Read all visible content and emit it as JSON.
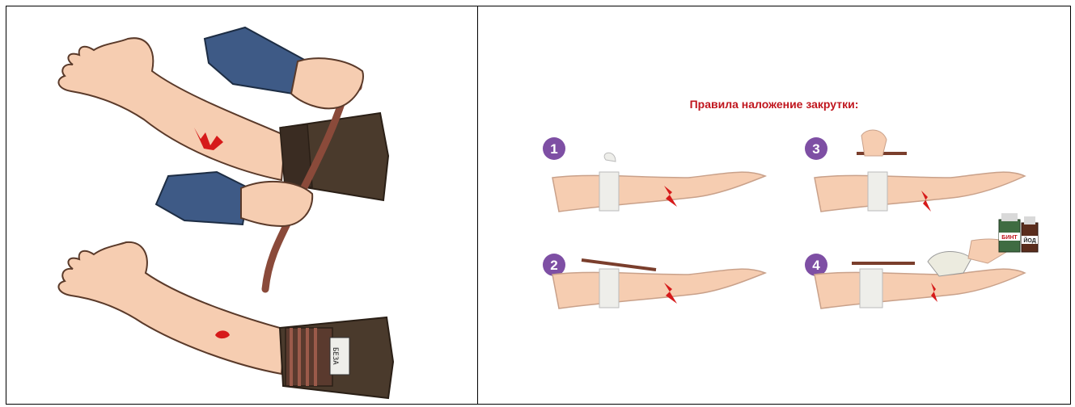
{
  "colors": {
    "title": "#c0161e",
    "badge": "#7e4fa4",
    "skin": "#f6cdb1",
    "skin_outline": "#5a3a2a",
    "blood": "#d61a1a",
    "sleeve_blue": "#3e5a86",
    "sleeve_brown": "#4a3a2c",
    "tourniquet": "#8a4a3a",
    "bandage": "#eeeeea"
  },
  "left_panel": {
    "bandage_label": "БЕЗА"
  },
  "right_panel": {
    "title": "Правила наложение закрутки:",
    "steps": [
      {
        "number": "1"
      },
      {
        "number": "3"
      },
      {
        "number": "2"
      },
      {
        "number": "4"
      }
    ],
    "bottle_labels": {
      "bint": "БИНТ",
      "iod": "ЙОД"
    }
  }
}
